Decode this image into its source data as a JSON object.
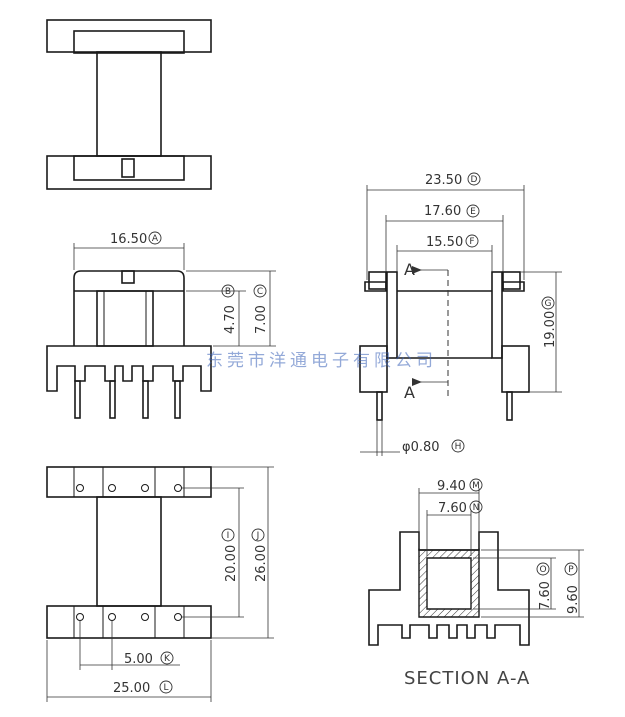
{
  "dims": {
    "d_a": "16.50",
    "l_a": "A",
    "d_b": "4.70",
    "l_b": "B",
    "d_c": "7.00",
    "l_c": "C",
    "d_d": "23.50",
    "l_d": "D",
    "d_e": "17.60",
    "l_e": "E",
    "d_f": "15.50",
    "l_f": "F",
    "d_g": "19.00",
    "l_g": "G",
    "d_h": "φ0.80",
    "l_h": "H",
    "d_i": "20.00",
    "l_i": "I",
    "d_j": "26.00",
    "l_j": "J",
    "d_k": "5.00",
    "l_k": "K",
    "d_l": "25.00",
    "l_l": "L",
    "d_m": "9.40",
    "l_m": "M",
    "d_n": "7.60",
    "l_n": "N",
    "d_o": "7.60",
    "l_o": "O",
    "d_p": "9.60",
    "l_p": "P"
  },
  "section_marks": {
    "top": "A",
    "bottom": "A"
  },
  "section_title": "SECTION A-A",
  "watermark": "东莞市洋通电子有限公司",
  "colors": {
    "line": "#1a1a1a",
    "dimension": "#333333",
    "watermark": "#3b63b8"
  }
}
